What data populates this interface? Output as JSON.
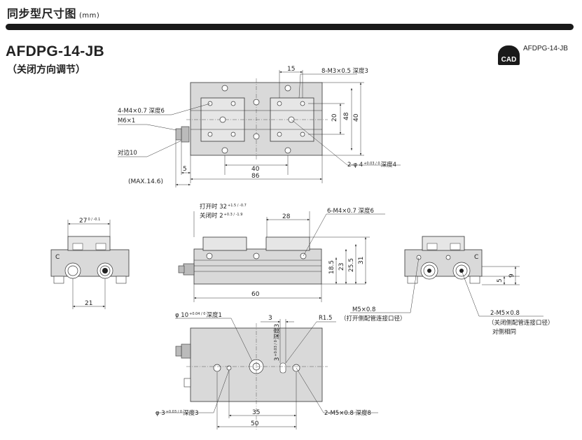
{
  "header": {
    "title": "同步型尺寸图",
    "unit": "(mm)"
  },
  "model": {
    "name": "AFDPG-14-JB",
    "subtitle": "（关闭方向调节）"
  },
  "cad": {
    "badge": "CAD",
    "label": "AFDPG-14-JB"
  },
  "top_view": {
    "dims": [
      "15",
      "40",
      "20",
      "48",
      "40",
      "86",
      "5",
      "(MAX.14.6)"
    ],
    "notes": {
      "m3": "8-M3×0.5 深度3",
      "m4": "4-M4×0.7 深度6",
      "m6": "M6×1",
      "flats": "对边10",
      "pin": "2-φ 4",
      "pin_tol": "+0.03 / 0",
      "pin_depth": "深度4"
    }
  },
  "front_view": {
    "open_label": "打开时 32",
    "open_tol": "+1.5 / -0.7",
    "closed_label": "关闭时  2",
    "closed_tol": "+0.3 / -1.9",
    "dims": [
      "28",
      "60",
      "18.5",
      "23",
      "25.5",
      "31"
    ],
    "note": "6-M4×0.7 深度6"
  },
  "left_view": {
    "dims": [
      "27",
      "21"
    ],
    "tol": "0 / -0.1",
    "port_label": "C"
  },
  "right_view": {
    "port_label": "C",
    "dims": [
      "9",
      "5"
    ],
    "note1": "M5×0.8",
    "note1_sub": "（打开侧配管连接口径）",
    "note2": "2-M5×0.8",
    "note2_sub": "（关闭侧配管连接口径）",
    "note2_sub2": "对侧相同"
  },
  "bottom_view": {
    "bore": "φ 10",
    "bore_tol": "+0.04 / 0",
    "bore_depth": "深度1",
    "slot": "3",
    "slot2": "3",
    "slot2_tol": "+0.03 / 0",
    "slot_depth": "深度3",
    "radius": "R1.5",
    "pin": "φ 3",
    "pin_tol": "+0.03 / 0",
    "pin_depth": "深度3",
    "ports": "2-M5×0.8 深度8",
    "dims": [
      "35",
      "50"
    ]
  }
}
